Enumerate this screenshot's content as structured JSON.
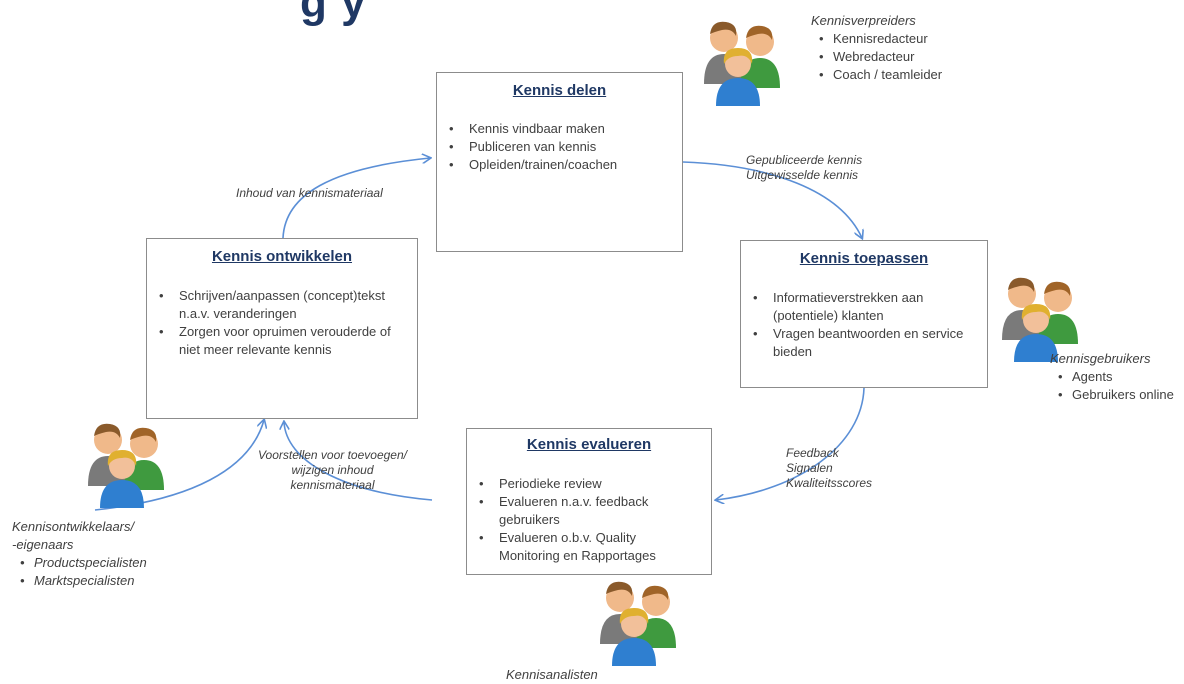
{
  "title_fragment": "g    y",
  "boxes": {
    "delen": {
      "title": "Kennis delen",
      "items": [
        "Kennis vindbaar maken",
        "Publiceren van kennis",
        "Opleiden/trainen/coachen"
      ]
    },
    "toepassen": {
      "title": "Kennis toepassen",
      "items": [
        "Informatieverstrekken aan (potentiele) klanten",
        "Vragen beantwoorden en service bieden"
      ]
    },
    "evalueren": {
      "title": "Kennis evalueren",
      "items": [
        "Periodieke review",
        "Evalueren n.a.v. feedback gebruikers",
        "Evalueren o.b.v. Quality Monitoring en Rapportages"
      ]
    },
    "ontwikkelen": {
      "title": "Kennis ontwikkelen",
      "items": [
        "Schrijven/aanpassen (concept)tekst n.a.v. veranderingen",
        "Zorgen voor opruimen verouderde of niet meer relevante kennis"
      ]
    }
  },
  "arrow_labels": {
    "to_delen": "Inhoud van kennismateriaal",
    "to_toepassen": [
      "Gepubliceerde kennis",
      "Uitgewisselde kennis"
    ],
    "to_evalueren": [
      "Feedback",
      "Signalen",
      "Kwaliteitsscores"
    ],
    "to_ontwikkelen": [
      "Voorstellen voor toevoegen/",
      "wijzigen inhoud",
      "kennismateriaal"
    ]
  },
  "roles": {
    "verspreiders": {
      "title": "Kennisverpreiders",
      "items": [
        "Kennisredacteur",
        "Webredacteur",
        "Coach / teamleider"
      ]
    },
    "gebruikers": {
      "title": "Kennisgebruikers",
      "items": [
        "Agents",
        "Gebruikers online"
      ]
    },
    "ontwikkelaars": {
      "title": [
        "Kennisontwikkelaars/",
        "-eigenaars"
      ],
      "items": [
        "Productspecialisten",
        "Marktspecialisten"
      ]
    },
    "analisten": {
      "title": "Kennisanalisten"
    }
  },
  "colors": {
    "arrow": "#5b8fd6",
    "title": "#1f3864",
    "box_border": "#8c8c8c"
  },
  "icons": [
    "people-group-icon"
  ]
}
